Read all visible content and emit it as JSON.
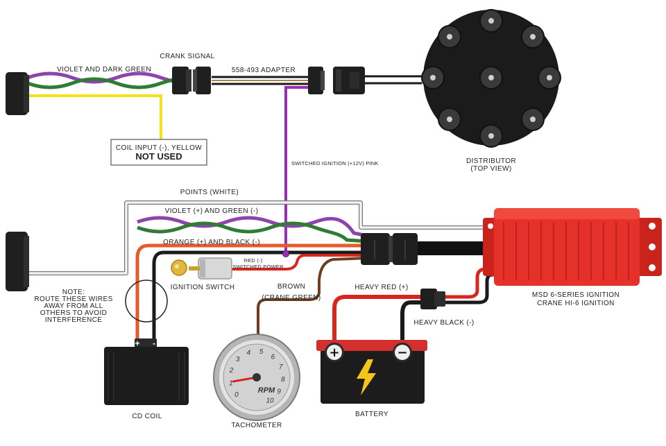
{
  "labels": {
    "crank_signal": "CRANK SIGNAL",
    "violet_dark_green": "VIOLET AND DARK GREEN",
    "adapter": "558-493 ADAPTER",
    "coil_input_line": "COIL INPUT (-), YELLOW",
    "not_used": "NOT USED",
    "switched_ignition": "SWITCHED IGNITION (+12V) PINK",
    "distributor": "DISTRIBUTOR",
    "top_view": "(TOP VIEW)",
    "points": "POINTS (WHITE)",
    "violet_green": "VIOLET (+) AND GREEN (-)",
    "orange_black": "ORANGE (+)  AND BLACK (-)",
    "red_minus": "RED (-)",
    "switched_power": "SWITCHED POWER",
    "ignition_switch": "IGNITION SWITCH",
    "brown": "BROWN",
    "crane_green": "(CRANE GREEN)",
    "heavy_red": "HEAVY RED (+)",
    "heavy_black": "HEAVY BLACK (-)",
    "msd_line1": "MSD 6-SERIES IGNITION",
    "msd_line2": "CRANE HI-6 IGNITION",
    "note_title": "NOTE:",
    "note_l1": "ROUTE THESE WIRES",
    "note_l2": "AWAY FROM ALL",
    "note_l3": "OTHERS TO AVOID",
    "note_l4": "INTERFERENCE",
    "cd_coil": "CD COIL",
    "tachometer": "TACHOMETER",
    "battery": "BATTERY"
  },
  "gauge": {
    "ticks": [
      "0",
      "1",
      "2",
      "3",
      "4",
      "5",
      "6",
      "7",
      "8",
      "9",
      "10"
    ],
    "unit": "RPM"
  },
  "terminals": {
    "coil_plus": "+",
    "coil_minus": "-",
    "battery_plus": "+",
    "battery_minus": "−"
  },
  "colors": {
    "violet": "#8e44ad",
    "green": "#2e7d32",
    "yellow": "#f5e11a",
    "pink_violet": "#9b2fb3",
    "orange": "#e65a2b",
    "red": "#d9261c",
    "black": "#1a1a1a",
    "brown": "#6b3f1f",
    "white_wire": "#f4f4f4",
    "msd_box": "#e5312a"
  }
}
